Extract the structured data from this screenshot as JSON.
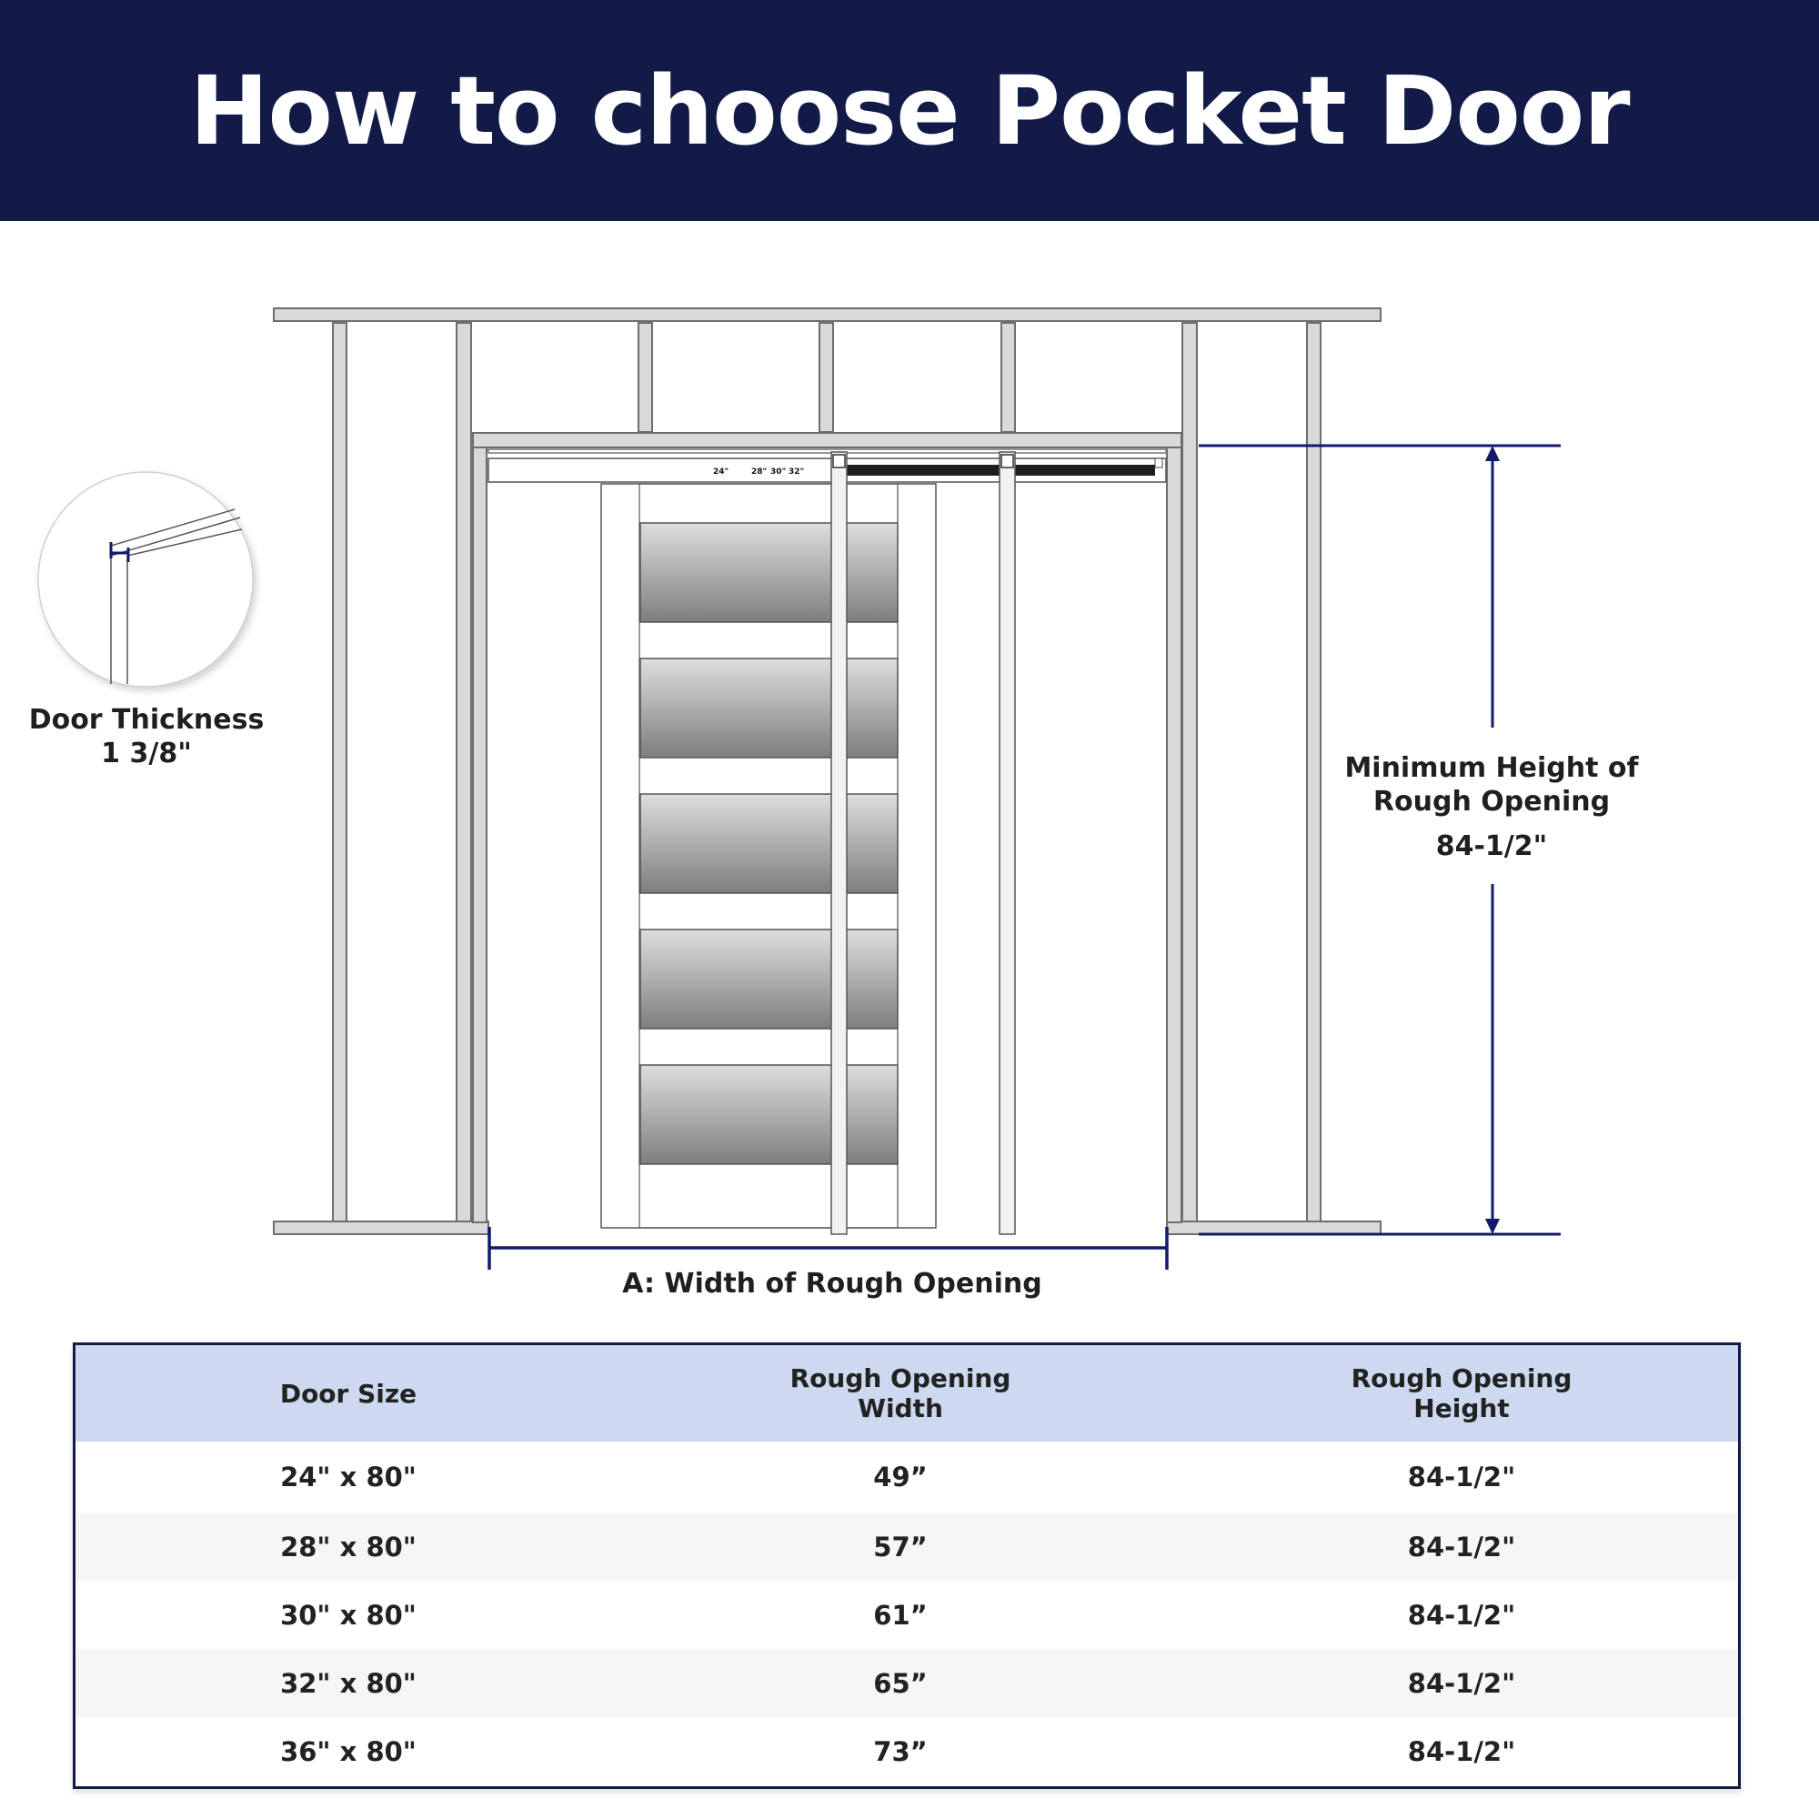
{
  "title": "How to choose Pocket Door",
  "labels": {
    "door_thickness_title": "Door Thickness",
    "door_thickness_value": "1 3/8\"",
    "min_height_line1": "Minimum Height of",
    "min_height_line2": "Rough Opening",
    "min_height_value": "84-1/2\"",
    "width_label": "A: Width of Rough Opening",
    "track_marks": [
      "24\"",
      "28\"",
      "30\"",
      "32\""
    ]
  },
  "colors": {
    "banner": "#121a47",
    "dimension_line": "#121a6b",
    "table_header": "#ccd9f0"
  },
  "table": {
    "headers": [
      {
        "line1": "Door Size",
        "line2": ""
      },
      {
        "line1": "Rough Opening",
        "line2": "Width"
      },
      {
        "line1": "Rough Opening",
        "line2": "Height"
      }
    ],
    "rows": [
      [
        "24\" x 80\"",
        "49”",
        "84-1/2\""
      ],
      [
        "28\" x 80\"",
        "57”",
        "84-1/2\""
      ],
      [
        "30\" x 80\"",
        "61”",
        "84-1/2\""
      ],
      [
        "32\" x 80\"",
        "65”",
        "84-1/2\""
      ],
      [
        "36\" x 80\"",
        "73”",
        "84-1/2\""
      ]
    ]
  }
}
